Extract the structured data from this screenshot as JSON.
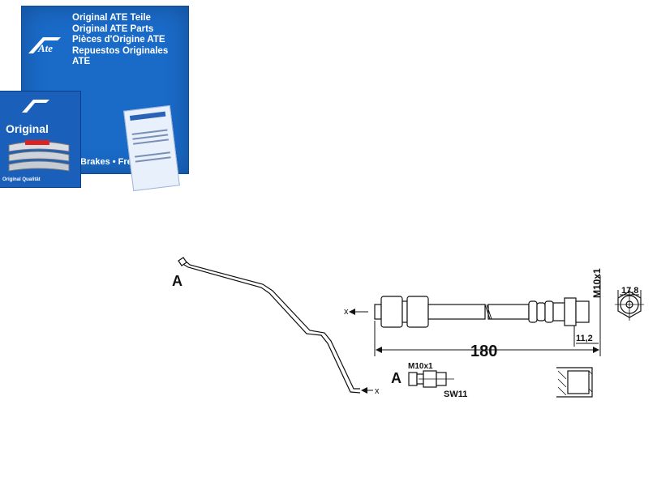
{
  "product_photo": {
    "brand_logo": "Ate",
    "box_lines": [
      "Original ATE Teile",
      "Original ATE Parts",
      "Pièces d'Origine ATE",
      "Repuestos Originales ATE"
    ],
    "side_box_label": "Original",
    "side_box_banner": "Original Qualität",
    "box_bottom_text": "Brakes • Frei",
    "colors": {
      "box_blue": "#1a6ac8",
      "white": "#ffffff"
    }
  },
  "drawing": {
    "label_a_main": "A",
    "label_a_detail": "A",
    "axis_x_left": "x",
    "axis_x_bottom": "x",
    "dim_length": "180",
    "dim_thread_vertical": "M10x1",
    "dim_end_width": "11,2",
    "dim_diameter": "17,8",
    "detail_thread": "M10x1",
    "detail_wrench": "SW11"
  }
}
